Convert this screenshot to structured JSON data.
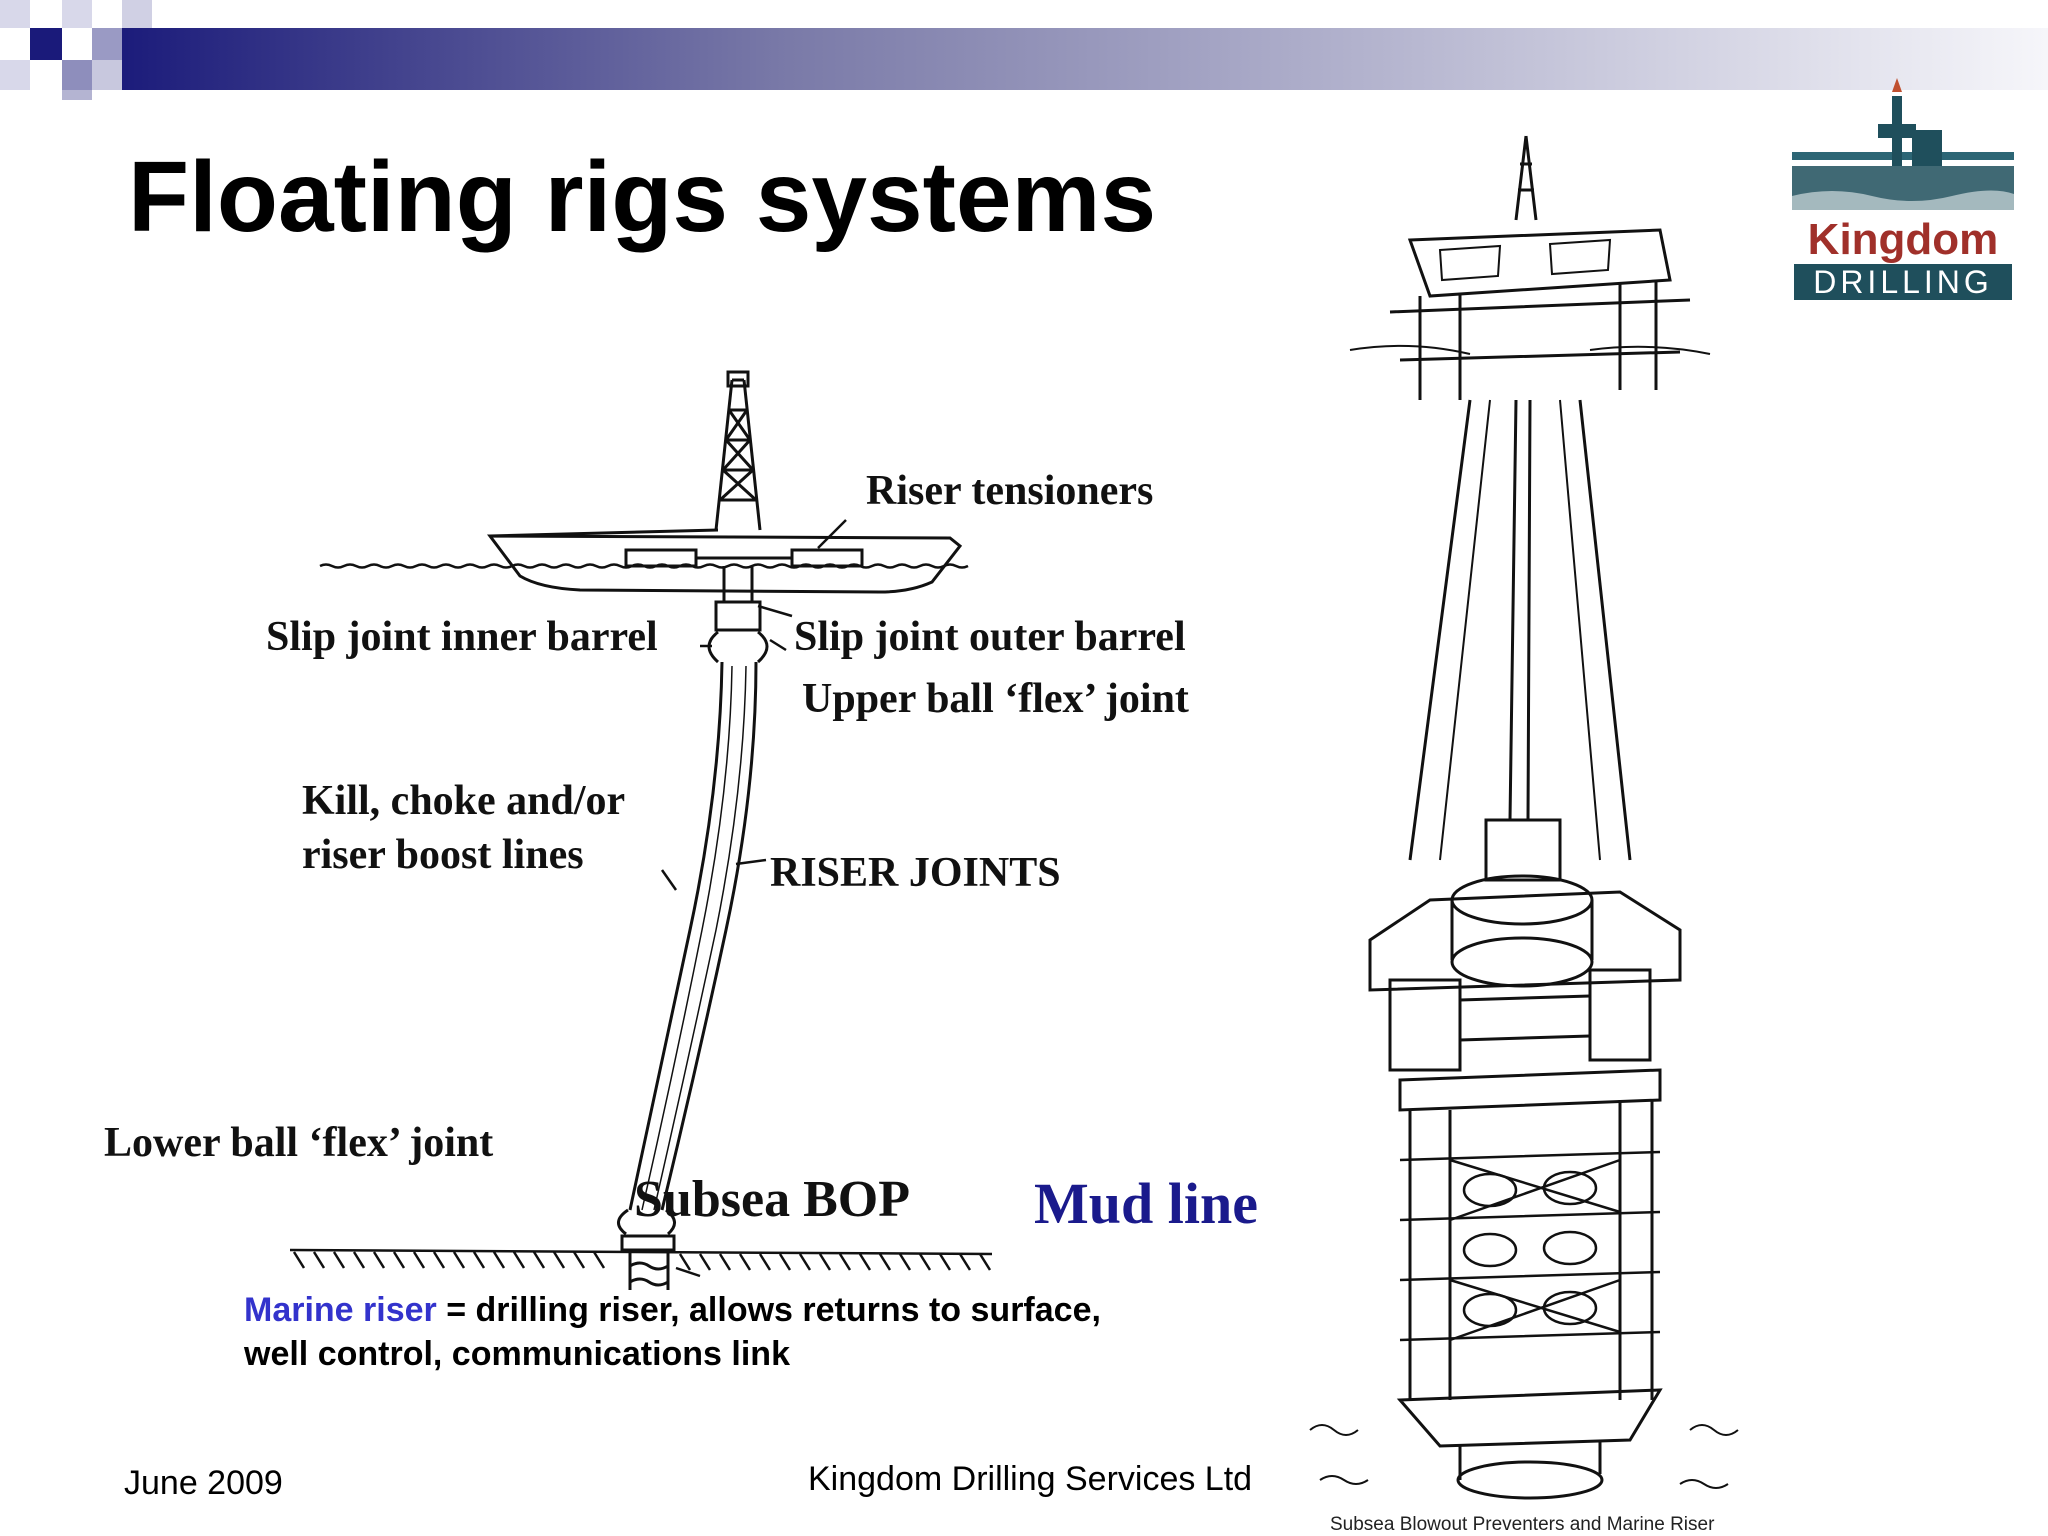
{
  "slide": {
    "title": "Floating rigs systems",
    "footer_date": "June 2009",
    "footer_company": "Kingdom Drilling Services Ltd"
  },
  "logo": {
    "word_top": "Kingdom",
    "word_bottom": "DRILLING",
    "color_dark": "#1f4f5c",
    "color_red": "#a0302a"
  },
  "diagram": {
    "labels": {
      "riser_tensioners": "Riser tensioners",
      "slip_joint_inner": "Slip joint inner barrel",
      "slip_joint_outer": "Slip joint outer barrel",
      "upper_flex": "Upper ball ‘flex’ joint",
      "kill_choke_1": "Kill, choke and/or",
      "kill_choke_2": "riser boost lines",
      "riser_joints": "RISER JOINTS",
      "lower_flex": "Lower ball ‘flex’ joint",
      "subsea_bop": "Subsea BOP",
      "mud_line": "Mud line"
    }
  },
  "caption": {
    "highlight": "Marine riser",
    "rest_line1": " = drilling riser, allows returns to surface,",
    "line2": "well control, communications link",
    "highlight_color": "#3333cc"
  },
  "right_figure": {
    "caption": "Subsea Blowout Preventers and Marine Riser"
  },
  "theme": {
    "header_band_dark": "#1a1a7a",
    "header_band_light": "#e8e8f2"
  }
}
